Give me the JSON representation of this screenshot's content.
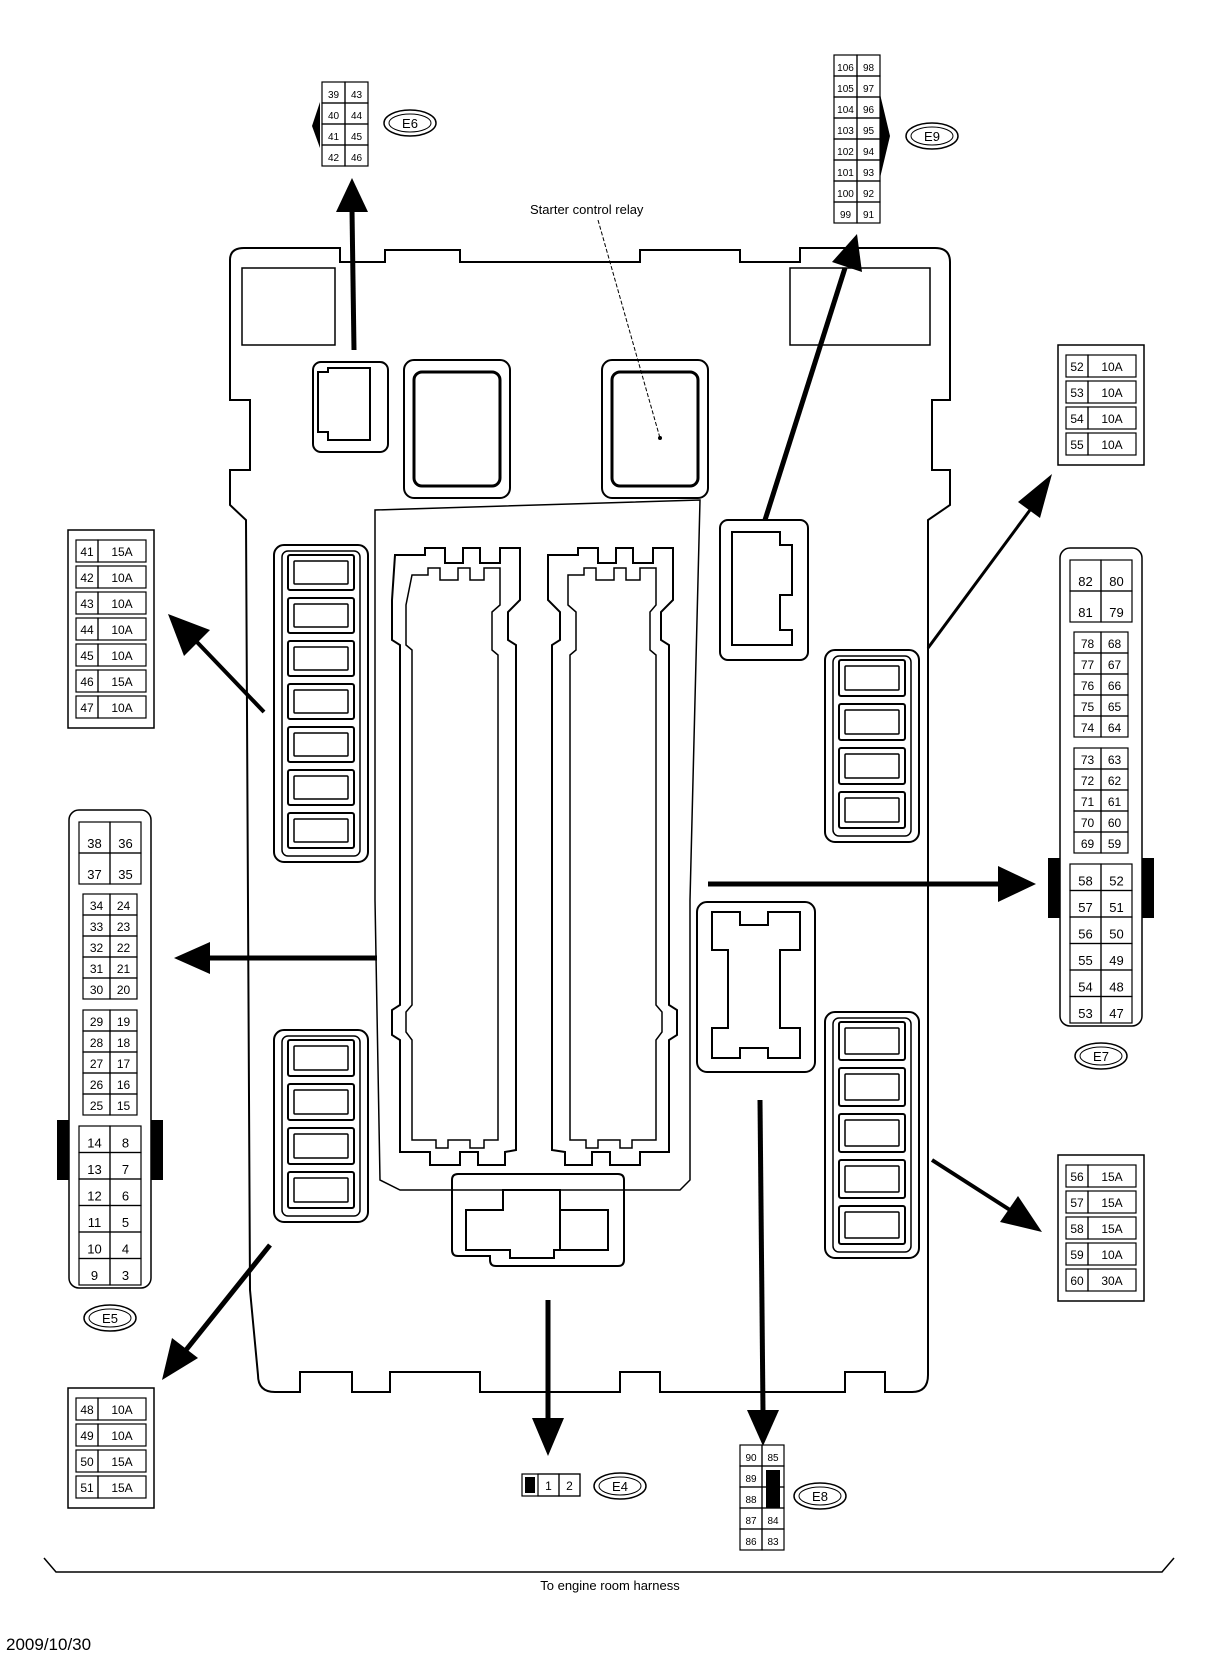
{
  "starter_label": "Starter control relay",
  "bottom_label": "To engine room harness",
  "date": "2009/10/30",
  "connectors": {
    "E4": {
      "id": "E4",
      "pins": [
        "1",
        "2"
      ]
    },
    "E5": {
      "id": "E5",
      "top": [
        [
          "38",
          "36"
        ],
        [
          "37",
          "35"
        ]
      ],
      "g1": [
        [
          "34",
          "24"
        ],
        [
          "33",
          "23"
        ],
        [
          "32",
          "22"
        ],
        [
          "31",
          "21"
        ],
        [
          "30",
          "20"
        ]
      ],
      "g2": [
        [
          "29",
          "19"
        ],
        [
          "28",
          "18"
        ],
        [
          "27",
          "17"
        ],
        [
          "26",
          "16"
        ],
        [
          "25",
          "15"
        ]
      ],
      "g3": [
        [
          "14",
          "8"
        ],
        [
          "13",
          "7"
        ],
        [
          "12",
          "6"
        ],
        [
          "11",
          "5"
        ],
        [
          "10",
          "4"
        ],
        [
          "9",
          "3"
        ]
      ]
    },
    "E6": {
      "id": "E6",
      "pins": [
        [
          "39",
          "43"
        ],
        [
          "40",
          "44"
        ],
        [
          "41",
          "45"
        ],
        [
          "42",
          "46"
        ]
      ]
    },
    "E7": {
      "id": "E7",
      "top": [
        [
          "82",
          "80"
        ],
        [
          "81",
          "79"
        ]
      ],
      "g1": [
        [
          "78",
          "68"
        ],
        [
          "77",
          "67"
        ],
        [
          "76",
          "66"
        ],
        [
          "75",
          "65"
        ],
        [
          "74",
          "64"
        ]
      ],
      "g2": [
        [
          "73",
          "63"
        ],
        [
          "72",
          "62"
        ],
        [
          "71",
          "61"
        ],
        [
          "70",
          "60"
        ],
        [
          "69",
          "59"
        ]
      ],
      "g3": [
        [
          "58",
          "52"
        ],
        [
          "57",
          "51"
        ],
        [
          "56",
          "50"
        ],
        [
          "55",
          "49"
        ],
        [
          "54",
          "48"
        ],
        [
          "53",
          "47"
        ]
      ]
    },
    "E8": {
      "id": "E8",
      "pins": [
        [
          "90",
          "85"
        ],
        [
          "89",
          ""
        ],
        [
          "88",
          ""
        ],
        [
          "87",
          "84"
        ],
        [
          "86",
          "83"
        ]
      ]
    },
    "E9": {
      "id": "E9",
      "pins": [
        [
          "106",
          "98"
        ],
        [
          "105",
          "97"
        ],
        [
          "104",
          "96"
        ],
        [
          "103",
          "95"
        ],
        [
          "102",
          "94"
        ],
        [
          "101",
          "93"
        ],
        [
          "100",
          "92"
        ],
        [
          "99",
          "91"
        ]
      ]
    }
  },
  "fuse_tables": {
    "left_top": [
      [
        "41",
        "15A"
      ],
      [
        "42",
        "10A"
      ],
      [
        "43",
        "10A"
      ],
      [
        "44",
        "10A"
      ],
      [
        "45",
        "10A"
      ],
      [
        "46",
        "15A"
      ],
      [
        "47",
        "10A"
      ]
    ],
    "left_bottom": [
      [
        "48",
        "10A"
      ],
      [
        "49",
        "10A"
      ],
      [
        "50",
        "15A"
      ],
      [
        "51",
        "15A"
      ]
    ],
    "right_top": [
      [
        "52",
        "10A"
      ],
      [
        "53",
        "10A"
      ],
      [
        "54",
        "10A"
      ],
      [
        "55",
        "10A"
      ]
    ],
    "right_bottom": [
      [
        "56",
        "15A"
      ],
      [
        "57",
        "15A"
      ],
      [
        "58",
        "15A"
      ],
      [
        "59",
        "10A"
      ],
      [
        "60",
        "30A"
      ]
    ]
  }
}
